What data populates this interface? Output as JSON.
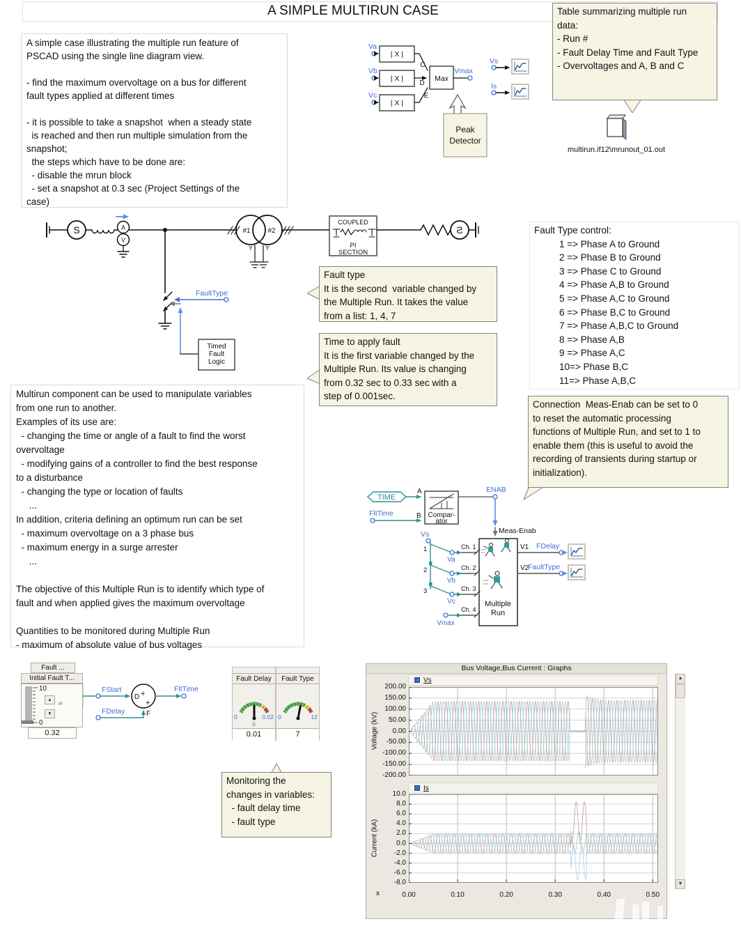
{
  "page_title": "A SIMPLE MULTIRUN CASE",
  "notes": {
    "intro": "A simple case illustrating the multiple run feature of\nPSCAD using the single line diagram view.\n\n- find the maximum overvoltage on a bus for different\nfault types applied at different times\n\n- it is possible to take a snapshot  when a steady state\n  is reached and then run multiple simulation from the\nsnapshot;\n  the steps which have to be done are:\n  - disable the mrun block\n  - set a snapshot at 0.3 sec (Project Settings of the\ncase)",
    "table_summary": "Table summarizing multiple run\ndata:\n- Run #\n- Fault Delay Time and Fault Type\n- Overvoltages and A, B and C",
    "fault_type": "Fault type\nIt is the second  variable changed by\nthe Multiple Run. It takes the value\nfrom a list: 1, 4, 7",
    "time_to_apply": "Time to apply fault\nIt is the first variable changed by the\nMultiple Run. Its value is changing\nfrom 0.32 sec to 0.33 sec with a\nstep of 0.001sec.",
    "meas_enab": "Connection  Meas-Enab can be set to 0\nto reset the automatic processing\nfunctions of Multiple Run, and set to 1 to\nenable them (this is useful to avoid the\nrecording of transients during startup or\ninitialization).",
    "multirun_info": "Multirun component can be used to manipulate variables\nfrom one run to another.\nExamples of its use are:\n  - changing the time or angle of a fault to find the worst\novervoltage\n  - modifying gains of a controller to find the best response\nto a disturbance\n  - changing the type or location of faults\n     ...\nIn addition, criteria defining an optimum run can be set\n  - maximum overvoltage on a 3 phase bus\n  - maximum energy in a surge arrester\n     ...\n\nThe objective of this Multiple Run is to identify which type of\nfault and when applied gives the maximum overvoltage\n\nQuantities to be monitored during Multiple Run\n- maximum of absolute value of bus voltages",
    "monitoring": "Monitoring the\nchanges in variables:\n  - fault delay time\n  - fault type"
  },
  "fault_type_control": {
    "title": "Fault Type control:",
    "items": [
      "1 => Phase A to Ground",
      "2 => Phase B to Ground",
      "3 => Phase C to Ground",
      "4 => Phase A,B to Ground",
      "5 => Phase A,C to Ground",
      "6 => Phase B,C to Ground",
      "7 => Phase A,B,C to Ground",
      "8 => Phase A,B",
      "9 => Phase A,C",
      "10=> Phase B,C",
      "11=> Phase A,B,C"
    ]
  },
  "file_output": {
    "label": "multirun.if12\\mrunout_01.out"
  },
  "peak": {
    "inputs": [
      "Va",
      "Vb",
      "Vc"
    ],
    "abs": "| X |",
    "nodes": [
      "C",
      "D",
      "E"
    ],
    "max": "Max",
    "output": "Vmax",
    "scopes": [
      "Vs",
      "Is"
    ],
    "note1": "Peak",
    "note2": "Detector"
  },
  "sld": {
    "source_glyph": "S",
    "xfmr": [
      "#1",
      "#2"
    ],
    "wye": "Y",
    "pi": [
      "COUPLED",
      "PI",
      "SECTION"
    ],
    "fault_signal": "FaultType",
    "tfl": [
      "Timed",
      "Fault",
      "Logic"
    ]
  },
  "cmp": {
    "time": "TIME",
    "a": "A",
    "b": "B",
    "name1": "Compar-",
    "name2": "ator",
    "flttime": "FltTime",
    "enab": "ENAB"
  },
  "mrun": {
    "meas": "Meas-Enab",
    "vs": "Vs",
    "taps": [
      "1",
      "2",
      "3"
    ],
    "tap_signals": [
      "Va",
      "Vb",
      "Vc"
    ],
    "channels": [
      "Ch. 1",
      "Ch. 2",
      "Ch. 3",
      "Ch. 4"
    ],
    "vmax": "Vmax",
    "name1": "Multiple",
    "name2": "Run",
    "ports": [
      "V1",
      "V2"
    ],
    "out_signals": [
      "FDelay",
      "FaultType"
    ]
  },
  "summer": {
    "input": "FStart",
    "delay": "FDelay",
    "d": "D",
    "f": "F",
    "output": "FltTime",
    "plus": "+"
  },
  "slider": {
    "header": "Fault ...",
    "subheader": "Initial Fault T...",
    "max": "10",
    "min": "0",
    "unit": "s",
    "value": "0.32"
  },
  "dials": [
    {
      "title": "Fault Delay",
      "min": "0",
      "max": "0.02",
      "unit": "s",
      "value": "0.01"
    },
    {
      "title": "Fault Type",
      "min": "0",
      "max": "12",
      "unit": "",
      "value": "7"
    }
  ],
  "graphs": {
    "title": "Bus Voltage,Bus Current : Graphs",
    "xaxis": "x"
  },
  "colors": {
    "accent_blue": "#3b6fd4",
    "wire_teal": "#2e8f8f",
    "enab_blue": "#5590e8",
    "note_bg": "#f6f4e3",
    "legend_square": "#3c6cc0"
  },
  "chart_data": [
    {
      "type": "line",
      "group_title": "Bus Voltage,Bus Current : Graphs",
      "legend": "Vs",
      "ylabel": "Voltage (kV)",
      "yticks": [
        "200.00",
        "150.00",
        "100.00",
        "50.00",
        "0.00",
        "-50.00",
        "-100.00",
        "-150.00",
        "-200.00"
      ],
      "ylim": [
        -200,
        200
      ],
      "xticks": [
        "0.00",
        "0.10",
        "0.20",
        "0.30",
        "0.40",
        "0.50"
      ],
      "xlim": [
        0,
        0.511
      ],
      "series_colors": [
        "#aecfe3",
        "#cf9494",
        "#9dcbcb"
      ],
      "signal": {
        "kind": "three_phase_sine",
        "freq_hz": 60,
        "amp": 135,
        "ramp_end": 0.05,
        "fault_start": 0.33,
        "fault_end": 0.362,
        "fault_amp": 3,
        "recovery_amp": 168,
        "recovery_tau": 0.012,
        "post_amp": 140
      }
    },
    {
      "type": "line",
      "legend": "Is",
      "ylabel": "Current (kA)",
      "yticks": [
        "10.0",
        "8.0",
        "6.0",
        "4.0",
        "2.0",
        "0.0",
        "-2.0",
        "-4.0",
        "-6.0",
        "-8.0"
      ],
      "ylim": [
        -8,
        10
      ],
      "xticks": [
        "0.00",
        "0.10",
        "0.20",
        "0.30",
        "0.40",
        "0.50"
      ],
      "xlim": [
        0,
        0.511
      ],
      "series_colors": [
        "#aecfe3",
        "#cf9494",
        "#9dcbcb"
      ],
      "signal": {
        "kind": "three_phase_sine",
        "freq_hz": 60,
        "amp": 2,
        "ramp_end": 0.05,
        "fault_start": 0.332,
        "fault_end": 0.364,
        "post_amp": 2,
        "fault_profiles": [
          {
            "amp": 3.6,
            "offset": -3.8
          },
          {
            "amp": 4.2,
            "offset": 4.3
          },
          {
            "amp": 2.2,
            "offset": 0.3
          }
        ]
      }
    }
  ]
}
